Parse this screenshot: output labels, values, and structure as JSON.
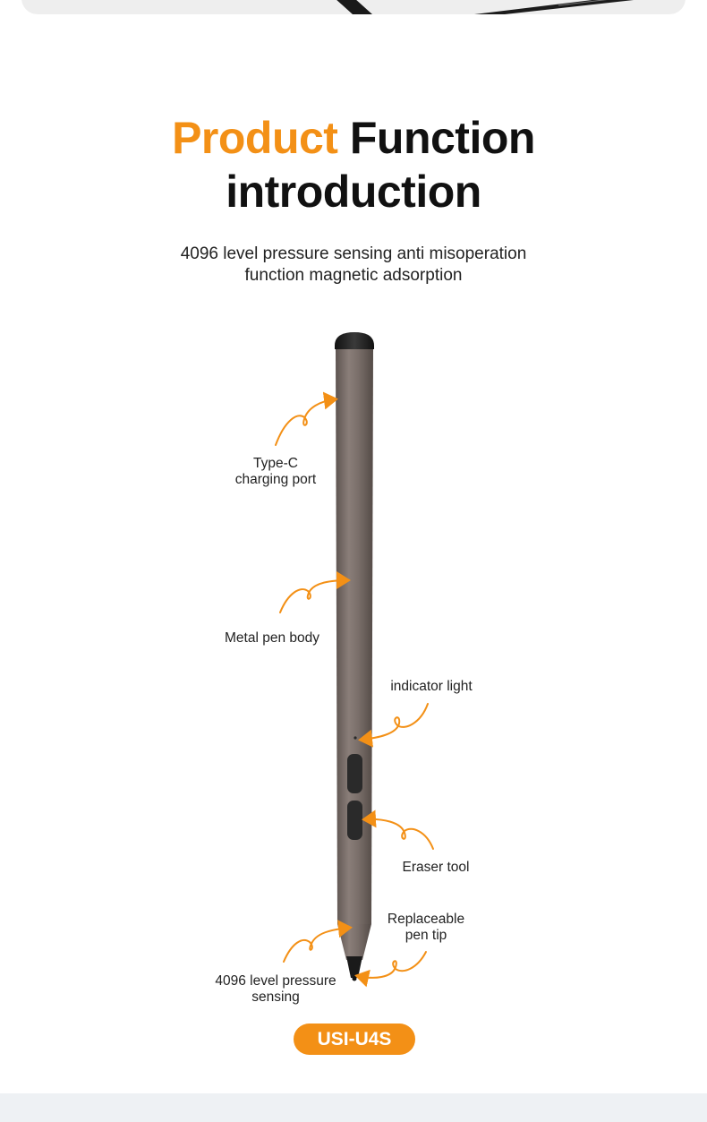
{
  "heading": {
    "accent": "Product",
    "rest_line1": " Function",
    "line2": "introduction"
  },
  "subtitle": {
    "line1": "4096 level pressure sensing anti misoperation",
    "line2": "function magnetic adsorption"
  },
  "labels": {
    "type_c_line1": "Type-C",
    "type_c_line2": "charging port",
    "metal_body": "Metal pen body",
    "indicator": "indicator light",
    "eraser": "Eraser tool",
    "tip_line1": "Replaceable",
    "tip_line2": "pen tip",
    "pressure_line1": "4096 level pressure",
    "pressure_line2": "sensing"
  },
  "model_badge": "USI-U4S",
  "colors": {
    "accent": "#f39016",
    "pen_body": "#7d716c",
    "button": "#2a2a2a",
    "bottom_strip": "#eef1f4"
  }
}
